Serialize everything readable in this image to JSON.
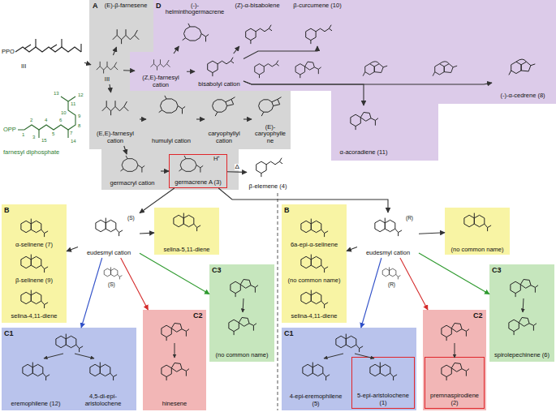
{
  "diagram": {
    "nodes": [
      {
        "text": [
          "PPO",
          "III"
        ]
      },
      {
        "text": [
          "OPP",
          "farnesyl diphosphate"
        ]
      },
      {
        "text": [
          "A"
        ]
      },
      {
        "text": [
          "(E)-β-farnesene"
        ],
        "in": 2
      },
      {
        "text": [
          "III"
        ],
        "in": 2
      },
      {
        "text": [
          "(E,E)-farnesyl cation"
        ],
        "in": 2
      },
      {
        "text": [
          "humulyl cation"
        ],
        "in": 2
      },
      {
        "text": [
          "caryophyllyl cation"
        ],
        "in": 2
      },
      {
        "text": [
          "(E)-caryophyllene"
        ],
        "in": 2
      },
      {
        "text": [
          "germacryl cation"
        ],
        "in": 2
      },
      {
        "text": [
          "germacrene A (3)"
        ],
        "in": 2
      },
      {
        "text": [
          "D"
        ]
      },
      {
        "text": [
          "(-)-helminthogermacrene"
        ],
        "in": 11
      },
      {
        "text": [
          "(Z)-α-bisabolene"
        ],
        "in": 11
      },
      {
        "text": [
          "β-curcumene (10)"
        ],
        "in": 11
      },
      {
        "text": [
          "(Z,E)-farnesyl cation"
        ],
        "in": 11
      },
      {
        "text": [
          "bisabolyl cation"
        ],
        "in": 11
      },
      {
        "text": [
          "(-)-α-cedrene (8)"
        ],
        "in": 11
      },
      {
        "text": [
          "α-acoradiene (11)"
        ],
        "in": 11
      },
      {
        "text": [
          "β-elemene (4)"
        ]
      },
      {
        "text": [
          "eudesmyl cation"
        ]
      },
      {
        "text": [
          "B"
        ]
      },
      {
        "text": [
          "α-selinene (7)"
        ],
        "in": 21
      },
      {
        "text": [
          "β-selinene (9)"
        ],
        "in": 21
      },
      {
        "text": [
          "selina-4,11-diene"
        ],
        "in": 21
      },
      {
        "text": [
          "selina-5,11-diene"
        ]
      },
      {
        "text": [
          "C3"
        ]
      },
      {
        "text": [
          "(no common name)"
        ],
        "in": 26
      },
      {
        "text": [
          "C1"
        ]
      },
      {
        "text": [
          "eremophilene (12)"
        ],
        "in": 28
      },
      {
        "text": [
          "4,5-di-epi-aristolochene"
        ],
        "in": 28
      },
      {
        "text": [
          "C2"
        ]
      },
      {
        "text": [
          "hinesene"
        ],
        "in": 31
      },
      {
        "text": [
          "eudesmyl cation"
        ]
      },
      {
        "text": [
          "B"
        ]
      },
      {
        "text": [
          "6a-epi-α-selinene"
        ],
        "in": 34
      },
      {
        "text": [
          "(no common name)"
        ],
        "in": 34
      },
      {
        "text": [
          "selina-4,11-diene"
        ],
        "in": 34
      },
      {
        "text": [
          "(no common name)"
        ]
      },
      {
        "text": [
          "C3"
        ]
      },
      {
        "text": [
          "spirolepechinene (6)"
        ],
        "in": 39
      },
      {
        "text": [
          "C1"
        ]
      },
      {
        "text": [
          "4-epi-eremophilene (5)"
        ],
        "in": 41
      },
      {
        "text": [
          "5-epi-aristolochene (1)"
        ],
        "in": 41
      },
      {
        "text": [
          "C2"
        ]
      },
      {
        "text": [
          "premnaspirodiene (2)"
        ],
        "in": 44
      }
    ],
    "edges": [
      {
        "from": 0,
        "to": 4,
        "arrow": "to"
      },
      {
        "from": 4,
        "to": 3,
        "arrow": "to"
      },
      {
        "from": 4,
        "to": 15,
        "arrow": "to"
      },
      {
        "from": 4,
        "to": 5,
        "arrow": "to"
      },
      {
        "from": 15,
        "to": 12,
        "arrow": "to"
      },
      {
        "from": 15,
        "to": 16,
        "arrow": "to"
      },
      {
        "from": 16,
        "to": 13,
        "arrow": "to"
      },
      {
        "from": 16,
        "to": 14,
        "arrow": "to"
      },
      {
        "from": 16,
        "to": 17,
        "arrow": "to"
      },
      {
        "from": 16,
        "to": 18,
        "arrow": "to"
      },
      {
        "from": 5,
        "to": 6,
        "arrow": "to"
      },
      {
        "from": 6,
        "to": 7,
        "arrow": "to"
      },
      {
        "from": 7,
        "to": 8,
        "arrow": "to"
      },
      {
        "from": 5,
        "to": 9,
        "arrow": "to"
      },
      {
        "from": 9,
        "to": 10,
        "arrow": "to"
      },
      {
        "from": 10,
        "to": 19,
        "label": "Δ",
        "arrow": "to"
      },
      {
        "from": 10,
        "to": 20,
        "arrow": "to"
      },
      {
        "from": 10,
        "to": 33,
        "arrow": "to"
      },
      {
        "from": 20,
        "to": 21,
        "arrow": "to"
      },
      {
        "from": 20,
        "to": 25,
        "arrow": "to"
      },
      {
        "from": 20,
        "to": 28,
        "arrow": "to"
      },
      {
        "from": 20,
        "to": 31,
        "arrow": "to"
      },
      {
        "from": 20,
        "to": 26,
        "arrow": "to"
      },
      {
        "from": 33,
        "to": 34,
        "arrow": "to"
      },
      {
        "from": 33,
        "to": 38,
        "arrow": "to"
      },
      {
        "from": 33,
        "to": 41,
        "arrow": "to"
      },
      {
        "from": 33,
        "to": 44,
        "arrow": "to"
      },
      {
        "from": 33,
        "to": 39,
        "arrow": "to"
      }
    ],
    "labels": [
      "1",
      "2",
      "3",
      "4",
      "5",
      "6",
      "7",
      "8",
      "9",
      "10",
      "11",
      "12",
      "13",
      "14",
      "15",
      "H⁺",
      "(S)",
      "(S)",
      "(R)",
      "(R)"
    ]
  }
}
